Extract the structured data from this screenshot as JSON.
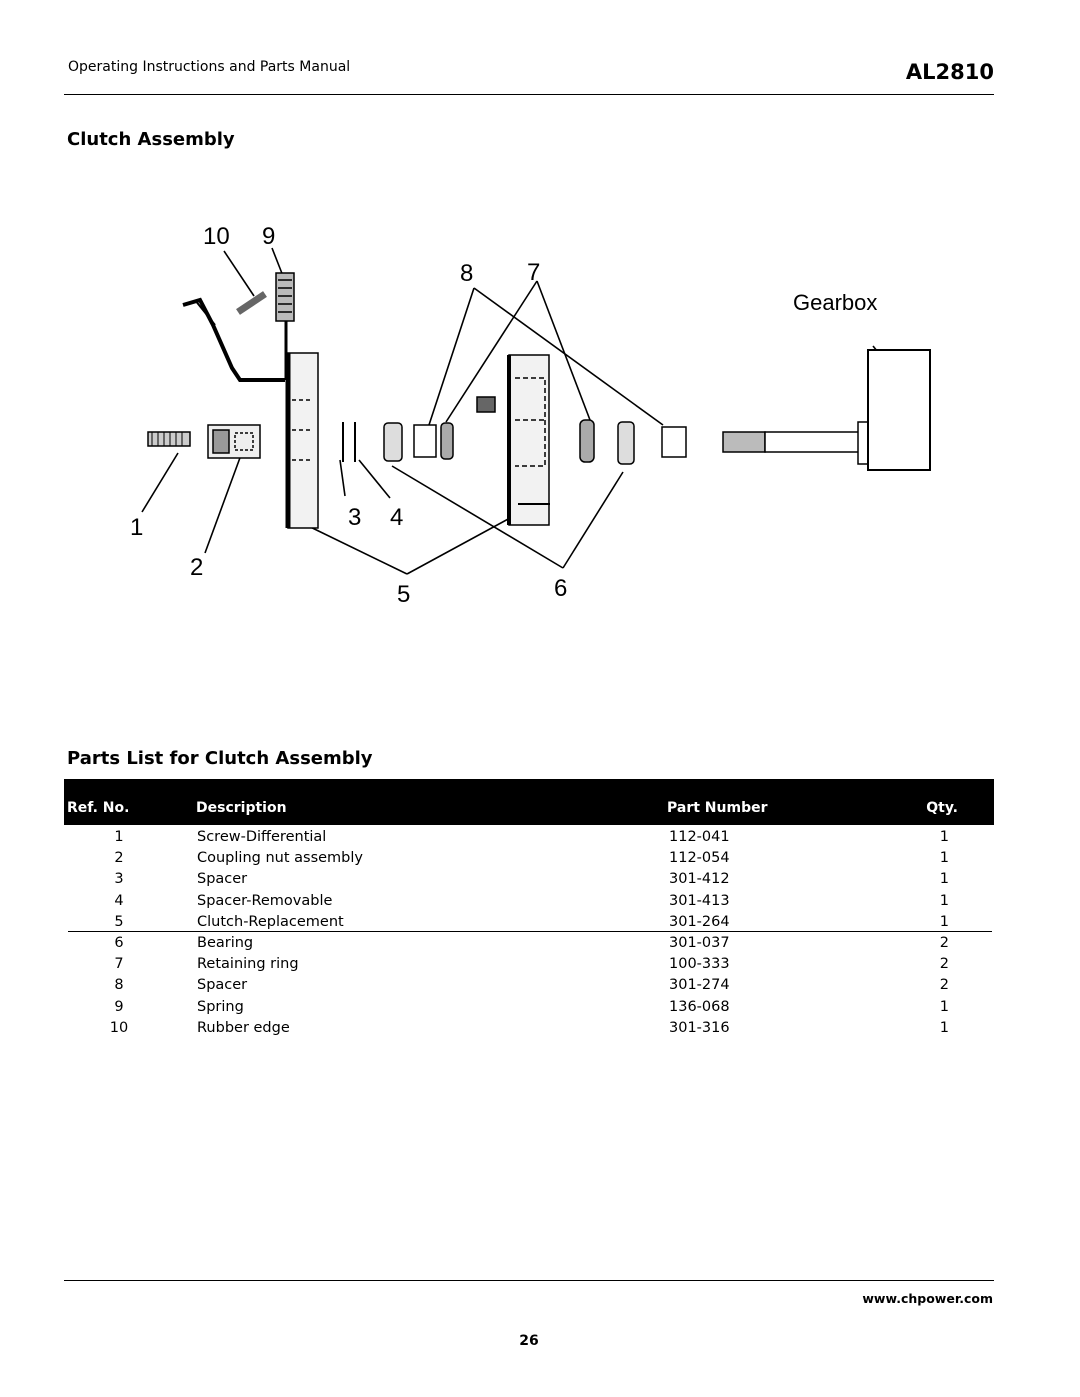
{
  "header": {
    "doc_title": "Operating Instructions and Parts Manual",
    "model": "AL2810"
  },
  "section_title": "Clutch Assembly",
  "diagram": {
    "callouts": [
      "1",
      "2",
      "3",
      "4",
      "5",
      "6",
      "7",
      "8",
      "9",
      "10"
    ],
    "gearbox_label": "Gearbox"
  },
  "parts_list": {
    "title": "Parts List for Clutch Assembly",
    "columns": [
      "Ref. No.",
      "Description",
      "Part Number",
      "Qty."
    ],
    "rows": [
      {
        "ref": "1",
        "description": "Screw-Differential",
        "part_number": "112-041",
        "qty": "1"
      },
      {
        "ref": "2",
        "description": "Coupling nut assembly",
        "part_number": "112-054",
        "qty": "1"
      },
      {
        "ref": "3",
        "description": "Spacer",
        "part_number": "301-412",
        "qty": "1"
      },
      {
        "ref": "4",
        "description": "Spacer-Removable",
        "part_number": "301-413",
        "qty": "1"
      },
      {
        "ref": "5",
        "description": "Clutch-Replacement",
        "part_number": "301-264",
        "qty": "1"
      },
      {
        "ref": "6",
        "description": "Bearing",
        "part_number": "301-037",
        "qty": "2"
      },
      {
        "ref": "7",
        "description": "Retaining ring",
        "part_number": "100-333",
        "qty": "2"
      },
      {
        "ref": "8",
        "description": "Spacer",
        "part_number": "301-274",
        "qty": "2"
      },
      {
        "ref": "9",
        "description": "Spring",
        "part_number": "136-068",
        "qty": "1"
      },
      {
        "ref": "10",
        "description": "Rubber edge",
        "part_number": "301-316",
        "qty": "1"
      }
    ]
  },
  "footer": {
    "url": "www.chpower.com",
    "page_number": "26"
  }
}
